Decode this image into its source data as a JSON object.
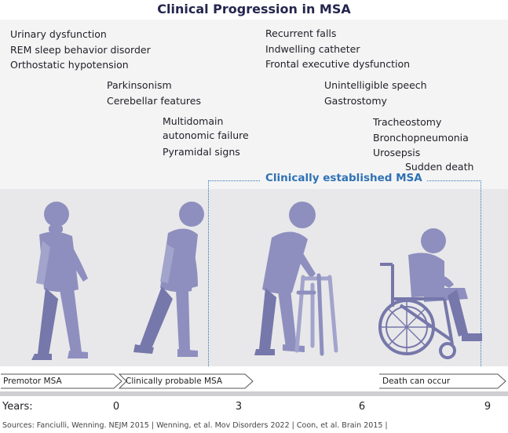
{
  "title": "Clinical Progression in MSA",
  "event_groups": [
    {
      "items": [
        "Urinary dysfunction",
        "REM sleep behavior disorder",
        "Orthostatic  hypotension"
      ]
    },
    {
      "items": [
        "Parkinsonism",
        "Cerebellar features"
      ]
    },
    {
      "items": [
        "Multidomain",
        "autonomic failure",
        "Pyramidal signs"
      ]
    },
    {
      "items": [
        "Recurrent falls",
        "Indwelling catheter",
        "Frontal executive dysfunction"
      ]
    },
    {
      "items": [
        "Unintelligible speech",
        "Gastrostomy"
      ]
    },
    {
      "items": [
        "Tracheostomy",
        "Bronchopneumonia",
        "Urosepsis"
      ]
    },
    {
      "items": [
        "Sudden death"
      ]
    }
  ],
  "established_label": "Clinically established MSA",
  "phases": [
    "Premotor MSA",
    "Clinically probable MSA",
    "Death can occur"
  ],
  "axis": {
    "label": "Years:",
    "ticks": [
      "0",
      "3",
      "6",
      "9"
    ]
  },
  "sources": "Sources: Fanciulli, Wenning. NEJM 2015  |  Wenning, et al. Mov Disorders 2022  |  Coon, et al. Brain 2015 |",
  "colors": {
    "figure": "#8e8fbf",
    "figure_dark": "#7677aa",
    "accent_blue": "#2f72b5",
    "title": "#24264e"
  }
}
